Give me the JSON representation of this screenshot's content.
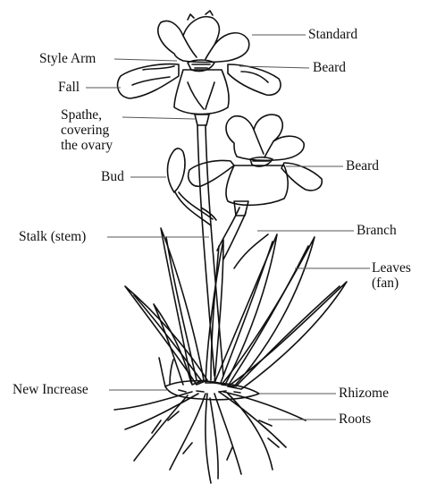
{
  "labels": {
    "standard": "Standard",
    "style_arm": "Style Arm",
    "beard_top": "Beard",
    "fall": "Fall",
    "spathe": "Spathe,\ncovering\nthe ovary",
    "beard_lower": "Beard",
    "bud": "Bud",
    "branch": "Branch",
    "stalk": "Stalk (stem)",
    "leaves": "Leaves\n(fan)",
    "new_increase": "New Increase",
    "rhizome": "Rhizome",
    "roots": "Roots"
  }
}
